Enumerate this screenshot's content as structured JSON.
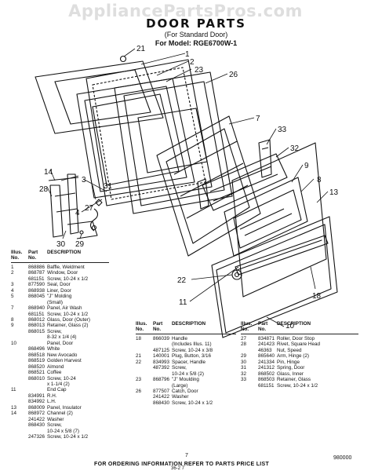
{
  "watermark": "AppliancePartsPros.com",
  "title": {
    "main": "DOOR PARTS",
    "sub": "(For Standard Door)",
    "model": "For Model: RGE6700W-1"
  },
  "callouts": [
    "21",
    "1",
    "2",
    "23",
    "26",
    "7",
    "33",
    "32",
    "9",
    "8",
    "13",
    "3",
    "31",
    "27",
    "4",
    "14",
    "28",
    "30",
    "29",
    "22",
    "11",
    "18",
    "10"
  ],
  "table_headers": {
    "illus": "Illus. No.",
    "part": "Part No.",
    "desc": "DESCRIPTION"
  },
  "col_a": [
    [
      "1",
      "868886",
      "Baffle, Weldment"
    ],
    [
      "2",
      "868787",
      "Window, Door"
    ],
    [
      "",
      "681151",
      "Screw, 10-24 x 1/2"
    ],
    [
      "3",
      "877590",
      "Seal, Door"
    ],
    [
      "4",
      "868938",
      "Liner, Door"
    ],
    [
      "5",
      "868045",
      "\"J\" Molding"
    ],
    [
      "",
      "",
      "(Small)"
    ],
    [
      "7",
      "868940",
      "Panel, Air Wash"
    ],
    [
      "",
      "681151",
      "Screw, 10-24 x 1/2"
    ],
    [
      "8",
      "868012",
      "Glass, Door (Outer)"
    ],
    [
      "9",
      "868013",
      "Retainer, Glass (2)"
    ],
    [
      "",
      "868015",
      "Screw,"
    ],
    [
      "",
      "",
      "8-32 x 1/4 (4)"
    ],
    [
      "10",
      "",
      "Panel, Door"
    ],
    [
      "",
      "868496",
      "White"
    ],
    [
      "",
      "868518",
      "New Avocado"
    ],
    [
      "",
      "868519",
      "Golden Harvest"
    ],
    [
      "",
      "868520",
      "Almond"
    ],
    [
      "",
      "868521",
      "Coffee"
    ],
    [
      "",
      "868010",
      "Screw, 10-24"
    ],
    [
      "",
      "",
      "x 1-1/4 (2)"
    ],
    [
      "11",
      "",
      "End Cap"
    ],
    [
      "",
      "834991",
      "R.H."
    ],
    [
      "",
      "834992",
      "L.H."
    ],
    [
      "13",
      "868009",
      "Panel, Insulator"
    ],
    [
      "14",
      "868972",
      "Channel (2)"
    ],
    [
      "",
      "241422",
      "Washer"
    ],
    [
      "",
      "868430",
      "Screw,"
    ],
    [
      "",
      "",
      "10-24 x 5/8 (7)"
    ],
    [
      "",
      "247326",
      "Screw, 10-24 x 1/2"
    ]
  ],
  "col_b": [
    [
      "18",
      "866039",
      "Handle"
    ],
    [
      "",
      "",
      "(Includes Illus. 11)"
    ],
    [
      "",
      "487125",
      "Screw, 10-24 x 3/8"
    ],
    [
      "21",
      "140001",
      "Plug, Button, 3/16"
    ],
    [
      "22",
      "834993",
      "Spacer, Handle"
    ],
    [
      "",
      "487392",
      "Screw,"
    ],
    [
      "",
      "",
      "10-24 x 5/8 (2)"
    ],
    [
      "23",
      "868796",
      "\"J\" Moulding"
    ],
    [
      "",
      "",
      "(Large)"
    ],
    [
      "26",
      "877507",
      "Catch, Door"
    ],
    [
      "",
      "241422",
      "Washer"
    ],
    [
      "",
      "868430",
      "Screw, 10-24 x 1/2"
    ]
  ],
  "col_c": [
    [
      "27",
      "834871",
      "Roller, Door Stop"
    ],
    [
      "28",
      "241423",
      "Rivet, Square Head"
    ],
    [
      "",
      "46363",
      "Nut, Speed"
    ],
    [
      "29",
      "865640",
      "Arm, Hinge (2)"
    ],
    [
      "30",
      "241334",
      "Pin, Hinge"
    ],
    [
      "31",
      "241312",
      "Spring, Door"
    ],
    [
      "32",
      "868502",
      "Glass, Inner"
    ],
    [
      "33",
      "868503",
      "Retainer, Glass"
    ],
    [
      "",
      "681151",
      "Screw, 10-24 x 1/2"
    ]
  ],
  "footer": "FOR ORDERING INFORMATION REFER TO PARTS PRICE LIST",
  "page_number": "7",
  "doc_number": "980000",
  "scribble": "36-2 7"
}
